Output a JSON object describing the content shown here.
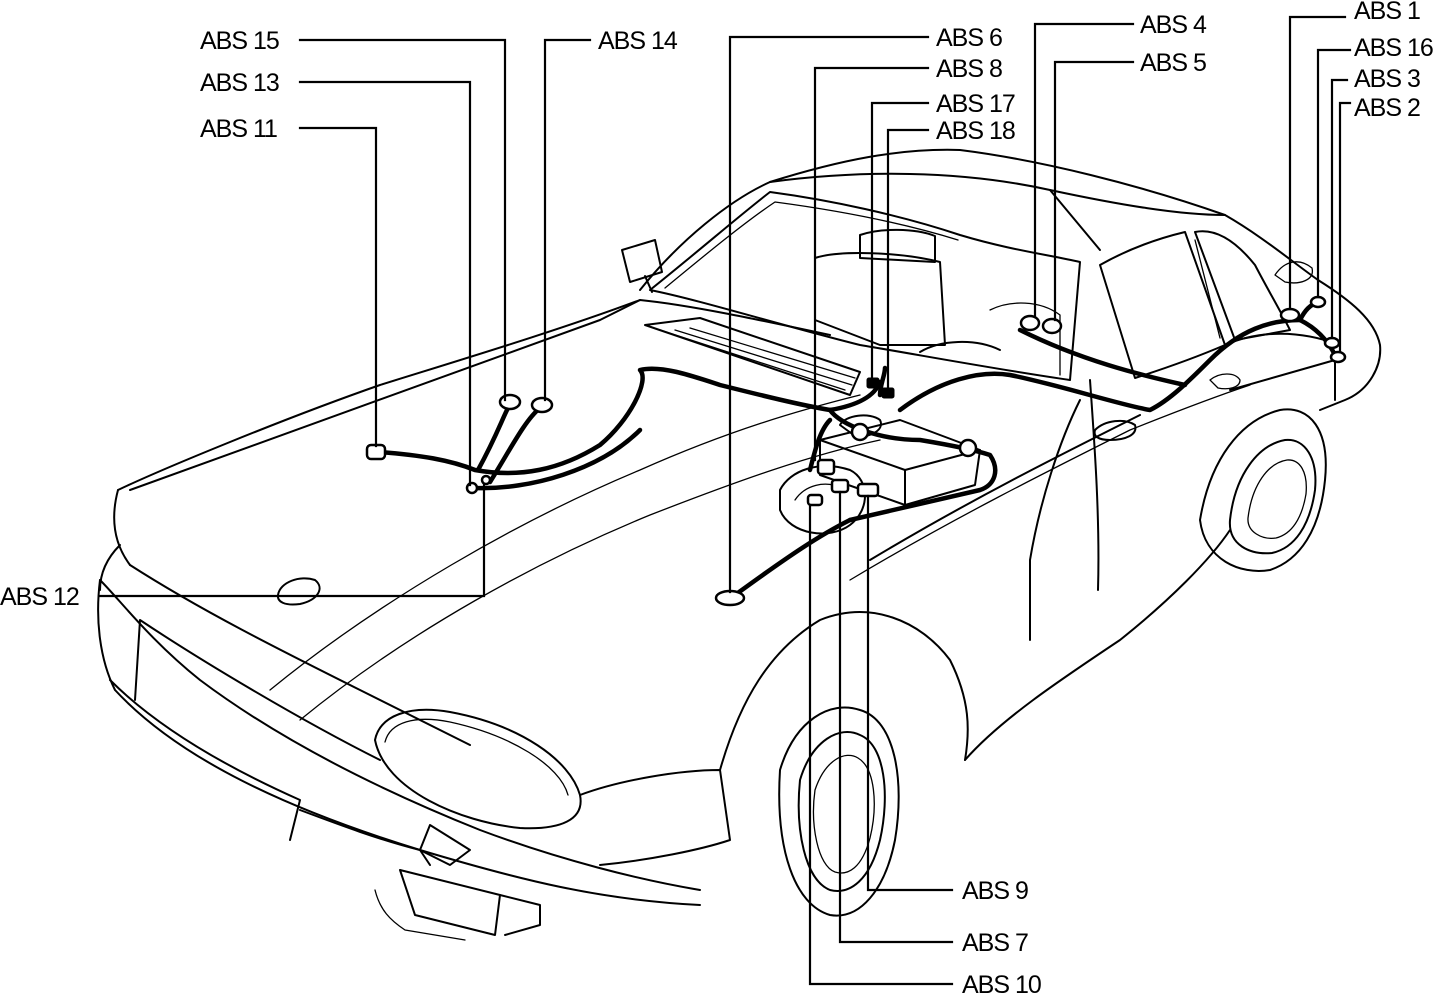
{
  "labels": {
    "abs1": "ABS 1",
    "abs2": "ABS 2",
    "abs3": "ABS 3",
    "abs4": "ABS 4",
    "abs5": "ABS 5",
    "abs6": "ABS 6",
    "abs7": "ABS 7",
    "abs8": "ABS 8",
    "abs9": "ABS 9",
    "abs10": "ABS 10",
    "abs11": "ABS 11",
    "abs12": "ABS 12",
    "abs13": "ABS 13",
    "abs14": "ABS 14",
    "abs15": "ABS 15",
    "abs16": "ABS 16",
    "abs17": "ABS 17",
    "abs18": "ABS 18"
  },
  "colors": {
    "line": "#000000",
    "background": "#ffffff"
  }
}
